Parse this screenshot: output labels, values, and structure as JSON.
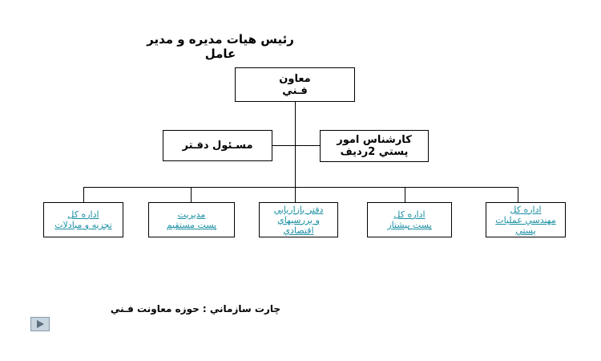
{
  "chart": {
    "top_title": "رئيس هيات مديره و مدير\nعامل",
    "deputy": "معاون\nفـني",
    "office_head": "مسـئول دفـتر",
    "expert": "كارشناس امور\nپستي 2رديف",
    "departments": [
      "اداره كل\nمهندسي عمليات\nپستي",
      "اداره كل\nپست پيشتاز",
      "دفتر بازاريابي\nو بررسيهاي\nاقتصادي",
      "مديريت\nپست مستقيم",
      "اداره كل\nتجزيه و مبادلات"
    ]
  },
  "caption": "چارت سازماني : حوزه معاونت فـني",
  "colors": {
    "link": "#1a8fa3",
    "line": "#000000"
  },
  "icons": {
    "next": "play-icon"
  }
}
